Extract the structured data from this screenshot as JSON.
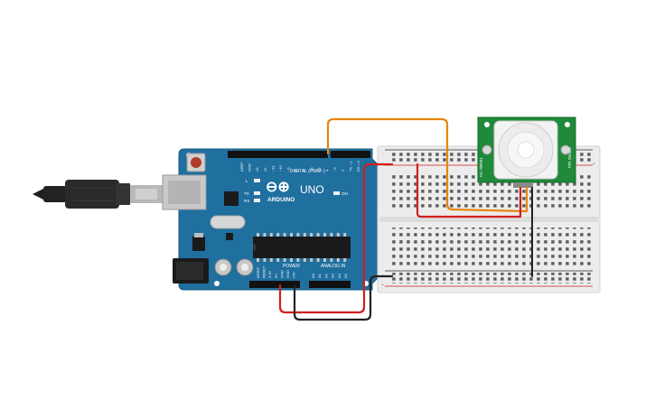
{
  "arduino": {
    "logo_symbol": "⊖⊕",
    "brand": "ARDUINO",
    "model": "UNO",
    "digital_header_label": "DIGITAL (PWM~)",
    "power_label": "POWER",
    "analog_label": "ANALOG IN",
    "led_on_label": "ON",
    "led_l_label": "L",
    "led_tx_label": "TX",
    "led_rx_label": "RX",
    "digital_pins": [
      "AREF",
      "GND",
      "13",
      "12",
      "~11",
      "~10",
      "~9",
      "8",
      "7",
      "~6",
      "~5",
      "4",
      "~3",
      "2",
      "TX→1",
      "RX←0"
    ],
    "power_pins": [
      "IOREF",
      "RESET",
      "3.3V",
      "5V",
      "GND",
      "GND",
      "VIN"
    ],
    "analog_pins": [
      "A0",
      "A1",
      "A2",
      "A3",
      "A4",
      "A5"
    ]
  },
  "pir_sensor": {
    "left_label": "HC-SR501",
    "right_label": "PIR Sensor"
  },
  "breadboard": {
    "plus_label": "+",
    "minus_label": "-"
  },
  "wires": {
    "signal_color": "#e8850f",
    "power_color": "#d11e1e",
    "ground_color": "#222222"
  },
  "colors": {
    "board_blue": "#1f6f9f",
    "pcb_green": "#1f8a3a",
    "breadboard": "#ececec"
  }
}
